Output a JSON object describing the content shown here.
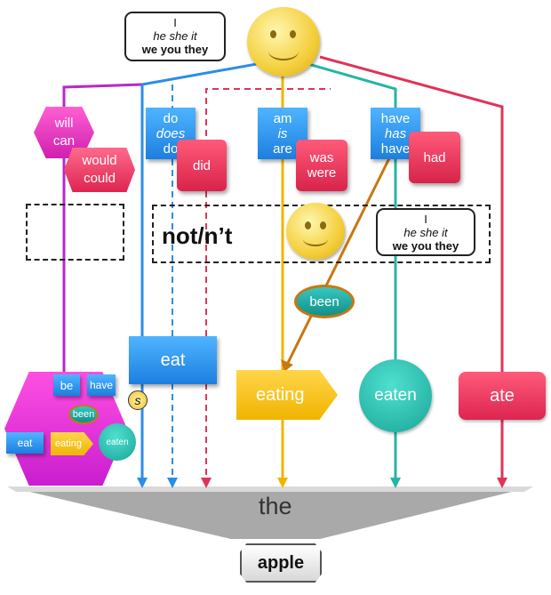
{
  "subject": {
    "line1": "I",
    "line2": "he she it",
    "line3": "we you they"
  },
  "modals": {
    "present": [
      "will",
      "can"
    ],
    "past": [
      "would",
      "could"
    ]
  },
  "do_group": {
    "present": [
      "do",
      "does",
      "do"
    ],
    "past": "did"
  },
  "be_group": {
    "present": [
      "am",
      "is",
      "are"
    ],
    "past": [
      "was",
      "were"
    ]
  },
  "have_group": {
    "present": [
      "have",
      "has",
      "have"
    ],
    "past": "had"
  },
  "negation": "not/n’t",
  "been_label": "been",
  "verb_forms": {
    "base": "eat",
    "third_person_s": "s",
    "ing": "eating",
    "participle": "eaten",
    "past": "ate"
  },
  "modal_block": {
    "be": "be",
    "have": "have",
    "been": "been",
    "eat": "eat",
    "eating": "eating",
    "eaten": "eaten"
  },
  "object": {
    "article": "the",
    "noun": "apple"
  },
  "colors": {
    "modal": "#c21fd1",
    "do": "#2b8de8",
    "do_past": "#e0335a",
    "be": "#f0b400",
    "have": "#26b5a5",
    "past": "#e0335a",
    "been_line": "#c97710"
  }
}
